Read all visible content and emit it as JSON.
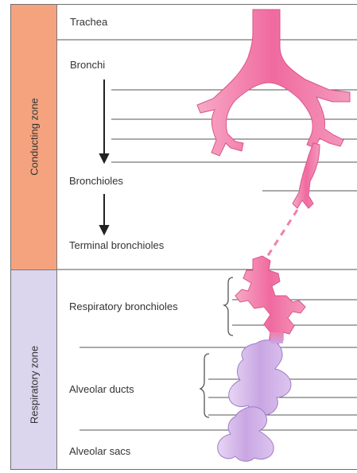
{
  "zones": {
    "conducting": "Conducting zone",
    "respiratory": "Respiratory zone"
  },
  "stages": {
    "trachea": "Trachea",
    "bronchi": "Bronchi",
    "bronchioles": "Bronchioles",
    "terminal_bronchioles": "Terminal bronchioles",
    "respiratory_bronchioles": "Respiratory bronchioles",
    "alveolar_ducts": "Alveolar ducts",
    "alveolar_sacs": "Alveolar sacs"
  },
  "colors": {
    "conducting_band": "#f5a37f",
    "respiratory_band": "#dcd5ee",
    "airway_pink": "#f27aa8",
    "alveolar_purple": "#c9a6e3"
  }
}
